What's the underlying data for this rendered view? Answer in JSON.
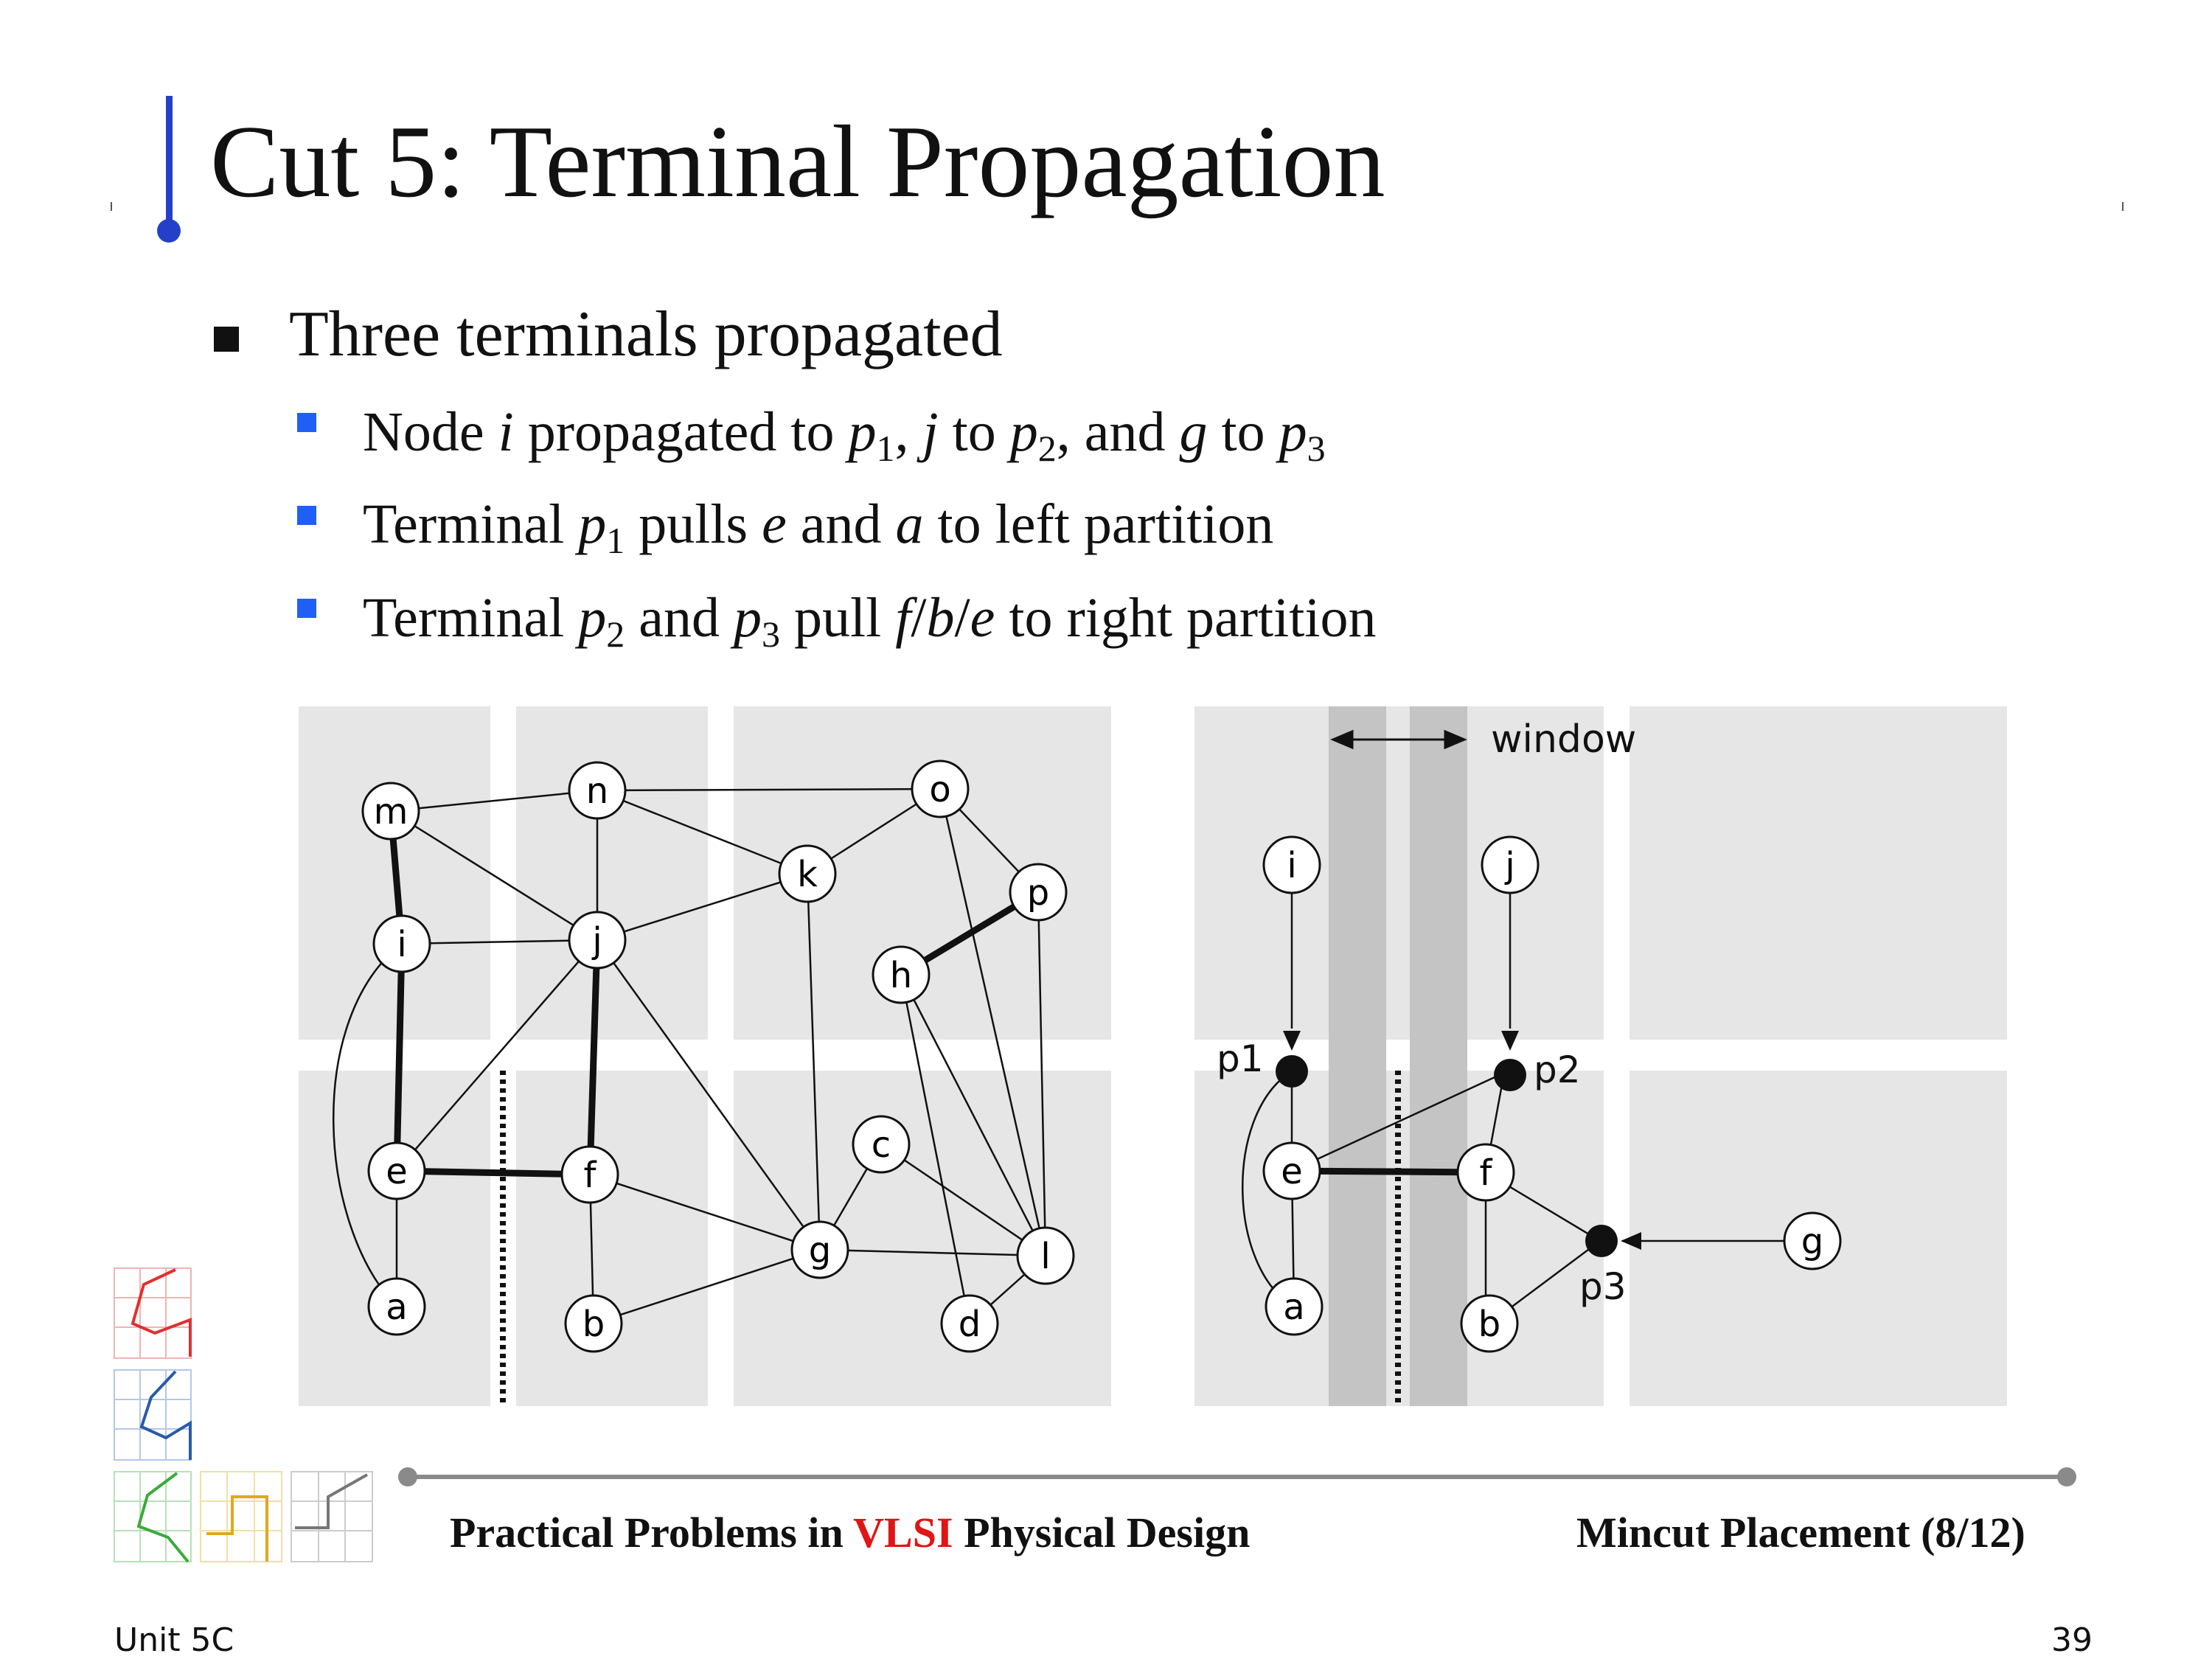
{
  "slide": {
    "title": "Cut 5: Terminal Propagation",
    "bullet": "Three terminals propagated",
    "subbullets": [
      {
        "segments": [
          {
            "t": "Node "
          },
          {
            "t": "i",
            "i": true
          },
          {
            "t": " propagated to "
          },
          {
            "t": "p",
            "i": true
          },
          {
            "t": "1",
            "sub": true
          },
          {
            "t": ", "
          },
          {
            "t": "j",
            "i": true
          },
          {
            "t": " to "
          },
          {
            "t": "p",
            "i": true
          },
          {
            "t": "2",
            "sub": true
          },
          {
            "t": ", and "
          },
          {
            "t": "g",
            "i": true
          },
          {
            "t": " to "
          },
          {
            "t": "p",
            "i": true
          },
          {
            "t": "3",
            "sub": true
          }
        ]
      },
      {
        "segments": [
          {
            "t": "Terminal "
          },
          {
            "t": "p",
            "i": true
          },
          {
            "t": "1",
            "sub": true
          },
          {
            "t": " pulls "
          },
          {
            "t": "e",
            "i": true
          },
          {
            "t": " and "
          },
          {
            "t": "a",
            "i": true
          },
          {
            "t": " to left partition"
          }
        ]
      },
      {
        "segments": [
          {
            "t": "Terminal "
          },
          {
            "t": "p",
            "i": true
          },
          {
            "t": "2",
            "sub": true
          },
          {
            "t": " and "
          },
          {
            "t": "p",
            "i": true
          },
          {
            "t": "3",
            "sub": true
          },
          {
            "t": " pull "
          },
          {
            "t": "f",
            "i": true
          },
          {
            "t": "/"
          },
          {
            "t": "b",
            "i": true
          },
          {
            "t": "/"
          },
          {
            "t": "e",
            "i": true
          },
          {
            "t": " to right partition"
          }
        ]
      }
    ]
  },
  "left_graph": {
    "nodes": [
      "m",
      "n",
      "o",
      "k",
      "p",
      "i",
      "j",
      "h",
      "e",
      "f",
      "c",
      "g",
      "l",
      "a",
      "b",
      "d"
    ]
  },
  "right_graph": {
    "window_label": "window",
    "nodes": [
      "i",
      "j",
      "e",
      "f",
      "a",
      "b",
      "g"
    ],
    "terminals": [
      "p1",
      "p2",
      "p3"
    ]
  },
  "footer": {
    "left_pre": "Practical Problems in ",
    "left_em": "VLSI",
    "left_post": " Physical Design",
    "right": "Mincut Placement (8/12)"
  },
  "page": {
    "unit": "Unit 5C",
    "number": "39"
  },
  "colors": {
    "title_accent": "#2440c8",
    "subbullet": "#1f5ff5",
    "vlsi": "#e01515",
    "region": "#e6e6e6",
    "window": "#c4c4c4"
  }
}
